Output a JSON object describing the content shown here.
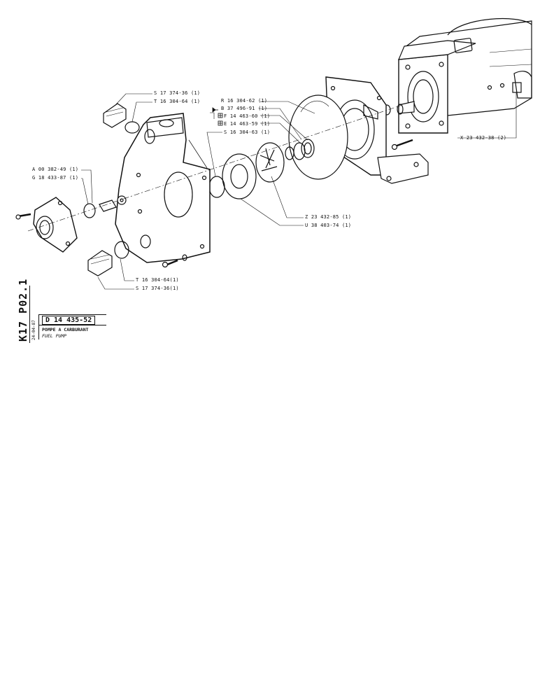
{
  "labels": {
    "s_top": "S 17 374-36 (1)",
    "t_top": "T 16 304-64 (1)",
    "a": "A 00 382-49 (1)",
    "g": "G 18 433-87 (1)",
    "r": "R 16 304-62 (1)",
    "b": "B 37 496-91 (1)",
    "f": "F 14 463-60 (1)",
    "e": "E 14 463-59 (1)",
    "s_mid": "S 16 304-63 (1)",
    "x": "X 23 432-38 (2)",
    "z": "Z 23 432-85 (1)",
    "u": "U 38 403-74 (1)",
    "t_bottom": "T 16 304-64(1)",
    "s_bottom": "S 17 374-36(1)"
  },
  "sheet": {
    "section": "K17 P02.1",
    "date": "24-04-87",
    "part_number": "D 14 435-52",
    "title_fr": "POMPE A CARBURANT",
    "title_en": "FUEL PUMP"
  },
  "colors": {
    "ink": "#111111",
    "paper": "#ffffff"
  }
}
